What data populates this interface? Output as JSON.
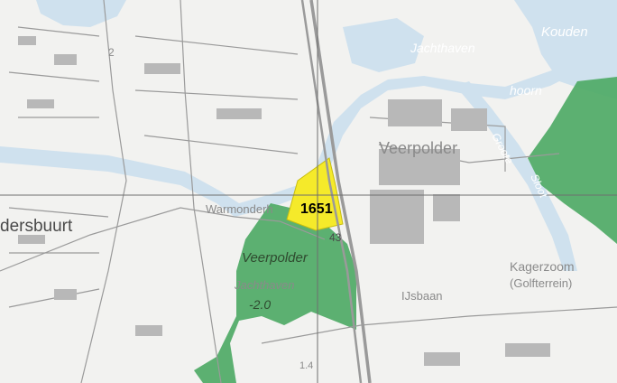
{
  "labels": {
    "kouden": "Kouden",
    "jachthaven": "Jachthaven",
    "hoorn": "hoorn",
    "groote": "Groote",
    "sloot": "Sloot",
    "veerpolder_industrial": "Veerpolder",
    "veerpolder_green": "Veerpolder",
    "warmonderh": "Warmonderh",
    "parcel_number": "1651",
    "num_43": "43",
    "num_2_0": "-2.0",
    "jachthaven_lower": "Jachthaven",
    "kagerzoom": "Kagerzoom",
    "golfterrein": "(Golfterrein)",
    "ijsbaan": "IJsbaan",
    "dersbuurt": "dersbuurt",
    "road_2": "2",
    "road_1_4": "1.4"
  },
  "colors": {
    "background": "#f2f2f0",
    "water": "#cfe1ee",
    "green_area": "#4faa66",
    "highlight_parcel": "#f5ea2a",
    "roads": "#9a9a9a",
    "buildings": "#b8b8b8",
    "grid": "#6e6e6e"
  }
}
